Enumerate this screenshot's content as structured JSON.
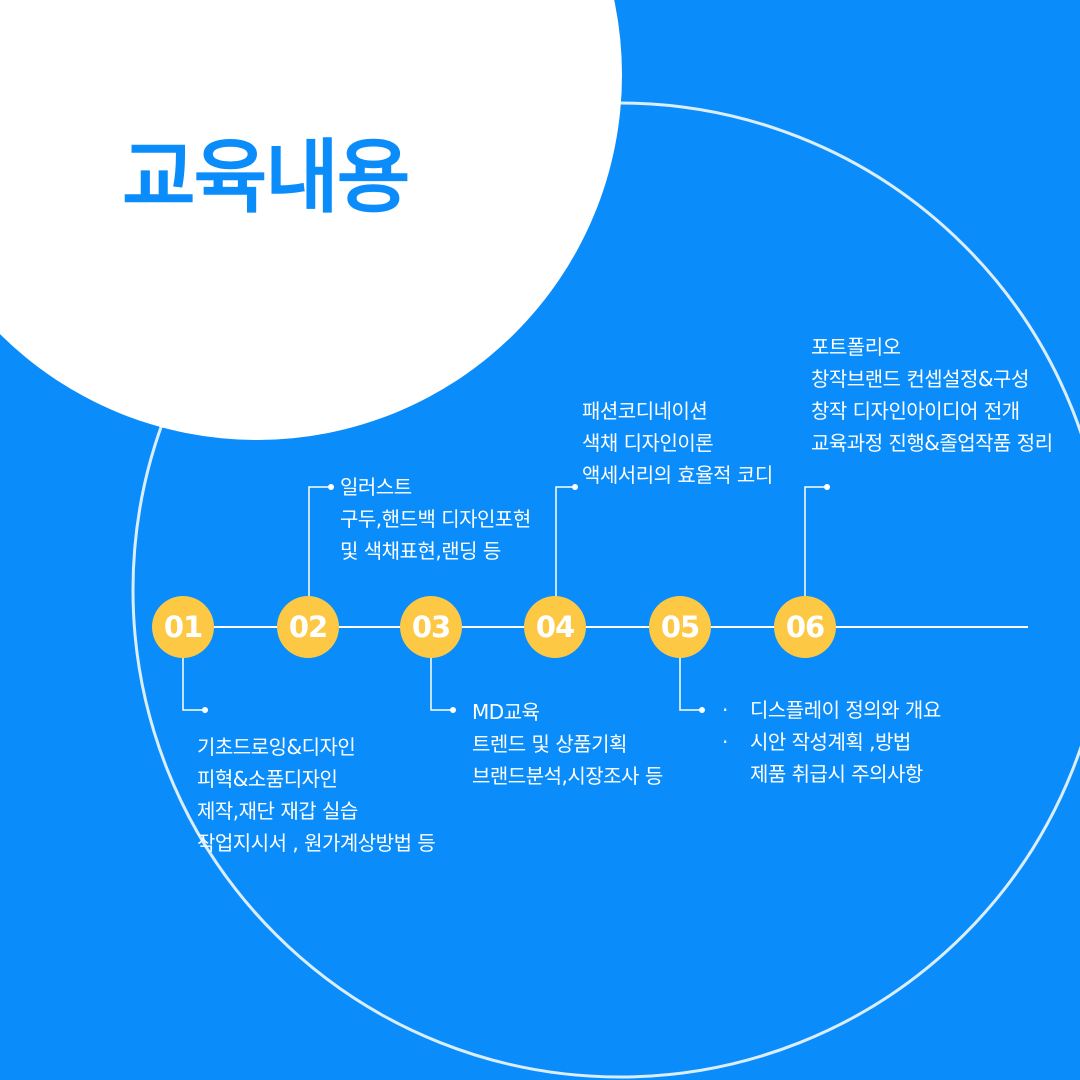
{
  "title": "교육내용",
  "colors": {
    "background": "#0a8cfb",
    "circle": "#ffffff",
    "badge": "#fdc944",
    "text": "#ffffff"
  },
  "badges": [
    "01",
    "02",
    "03",
    "04",
    "05",
    "06"
  ],
  "items": {
    "i01": [
      "기초드로잉&디자인",
      "피혁&소품디자인",
      "제작,재단 재갑 실습",
      "작업지시서 , 원가계상방법 등"
    ],
    "i02": [
      "일러스트",
      "구두,핸드백 디자인포현",
      "및 색채표현,랜딩 등"
    ],
    "i03": [
      "MD교육",
      "트렌드 및 상품기획",
      "브랜드분석,시장조사 등"
    ],
    "i04": [
      "패션코디네이션",
      "색채 디자인이론",
      "액세서리의 효율적 코디"
    ],
    "i05": {
      "bullet": "·",
      "lines": [
        "디스플레이 정의와 개요",
        "시안 작성계획 ,방법",
        "제품 취급시 주의사항"
      ]
    },
    "i06": [
      "포트폴리오",
      "창작브랜드 컨셉설정&구성",
      "창작 디자인아이디어 전개",
      "교육과정 진행&졸업작품 정리"
    ]
  }
}
